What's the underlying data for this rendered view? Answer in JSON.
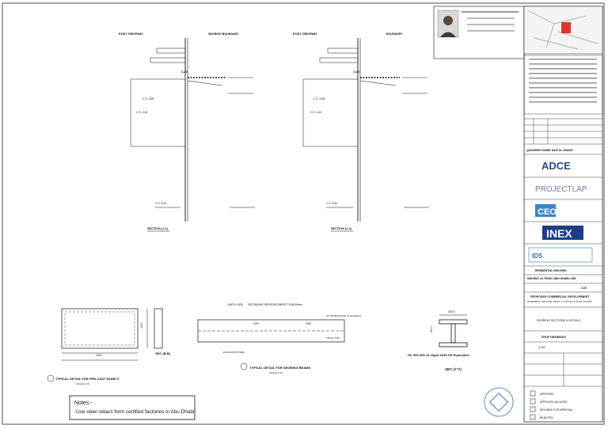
{
  "section_1": {
    "label_top_left": "EXIST. DRIVEWAY",
    "label_top_right": "SHORING BOUNDARY",
    "caption": "SECTION (1-1)",
    "ngl": "1:20",
    "level_1": "C.S -0.85",
    "level_2": "C.S -2.40",
    "level_3": "C.S -5.20"
  },
  "section_2": {
    "label_top_left": "EXIST. DRIVEWAY",
    "label_top_right": "BOUNDARY",
    "caption": "SECTION (2-2)",
    "ngl": "1:20",
    "level_1": "C.S -0.85",
    "level_2": "C.S -2.40",
    "level_3": "C.S -5.20"
  },
  "precast": {
    "caption": "TYPICAL DETAIL FOR PRE-CAST PANELS",
    "sub_caption": "SCALE 1:20",
    "section_caption": "SEC (B-B)",
    "dim_bottom": "1000",
    "dim_side": "1200"
  },
  "shoring_beams": {
    "caption": "TYPICAL DETAIL FOR SHORING BEAMS",
    "sub_caption": "SCALE 1:20",
    "label_earth": "EARTH SIDE",
    "label_secondary": "SECONDARY REINFORCEMENT T10@200mm",
    "label_excavation": "EXCAVATION SIDE",
    "label_connector": "SC 50x50x5x5 Ilgu Or Equivalent",
    "dim_1": "1000",
    "dim_2": "1000",
    "dim_3": "150mm THK"
  },
  "sec_yy": {
    "caption": "SEC (Y-Y)",
    "profile": "HC 300-300-10-15gm S235 GS Equivalent",
    "dim_top": "300.0",
    "dim_side": "300.0"
  },
  "notes": {
    "title": "Notes:-",
    "line_1": "-Use steel rebars form certified factories in Abu Dhabi."
  },
  "title_block": {
    "owner": "QADHEER HOMIE SAIF AL-SIWAH",
    "logo_1": "ADCE",
    "logo_2": "PROJECTLAP",
    "logo_3": "CEO",
    "logo_4": "INEX",
    "logo_5": "IDS",
    "building_type": "RESIDENTIAL BUILDING",
    "location": "MADINAT AL RIYAD, ABU DHABI, UAE",
    "plot_no": "C28",
    "project": "PROPOSED COMMERCIAL DEVELOPMENT",
    "project_sub": "BASEMENT, GROUND, FIRST, 2 TYPICAL & ROOF FLOOR",
    "drawing_title": "SHORING SECTIONS & DETAILS",
    "drawing_type": "SHOP DRAWINGS",
    "drawing_no": "S-001",
    "status_1": "APPROVED",
    "status_2": "APPROVED AS NOTED",
    "status_3": "RESUBMIT FOR APPROVAL",
    "status_4": "REJECTED"
  }
}
